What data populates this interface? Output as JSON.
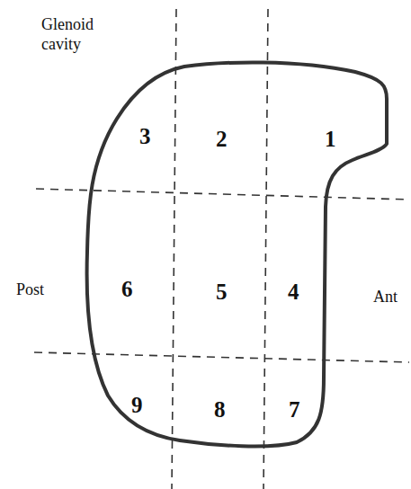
{
  "diagram": {
    "labels": [
      "Glenoid cavity",
      "3",
      "2",
      "1",
      "6",
      "5",
      "4",
      "9",
      "8",
      "7",
      "Post",
      "Ant"
    ]
  }
}
